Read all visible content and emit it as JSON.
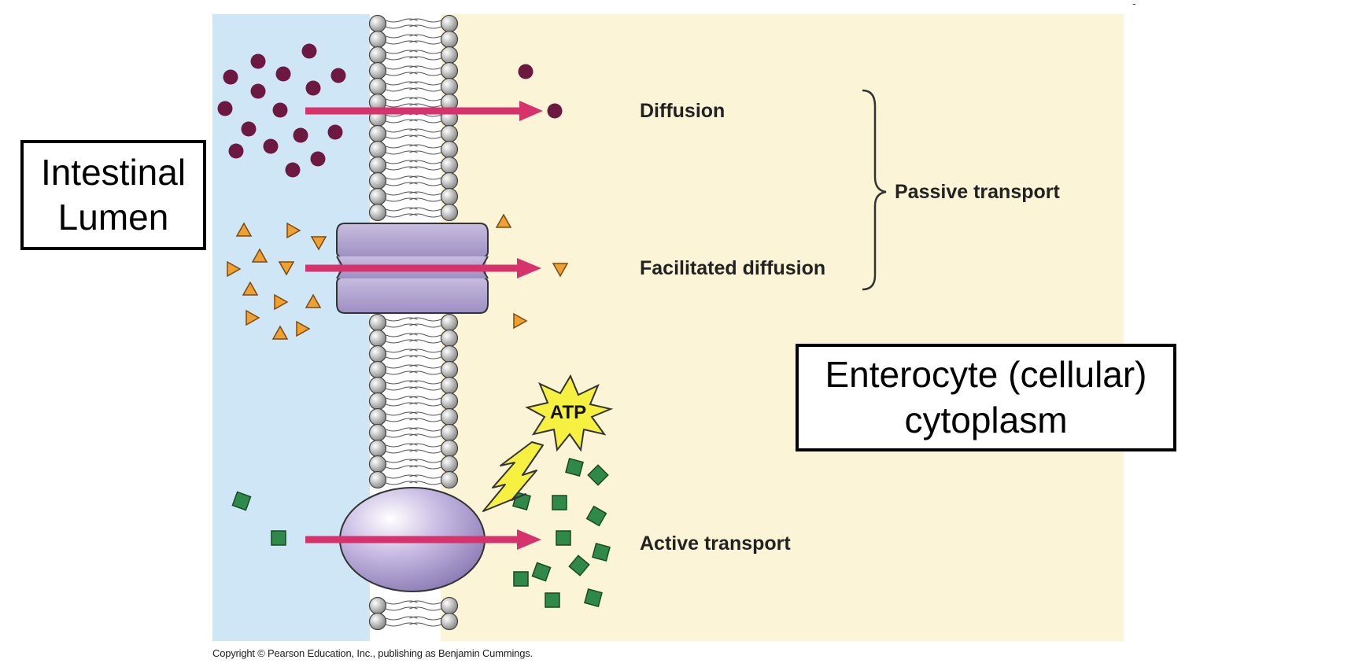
{
  "labels": {
    "diffusion": "Diffusion",
    "facilitated": "Facilitated diffusion",
    "active": "Active transport",
    "passive": "Passive transport",
    "atp": "ATP",
    "lumen_line1": "Intestinal",
    "lumen_line2": "Lumen",
    "entero_line1": "Enterocyte (cellular)",
    "entero_line2": "cytoplasm",
    "copyright": "Copyright © Pearson Education, Inc., publishing as Benjamin Cummings.",
    "stray_mark": "-"
  },
  "colors": {
    "lumen_bg": "#cfe6f6",
    "cytoplasm_bg": "#fbf4d6",
    "arrow": "#d6336c",
    "molecule": "#6d1840",
    "triangle": "#f0a030",
    "square": "#2f8a4a",
    "protein": "#b4a6cf",
    "atp_star": "#f6f040"
  },
  "icons": {
    "molecule": "dot-icon",
    "facilitated_solute": "triangle-icon",
    "active_solute": "square-icon",
    "energy": "lightning-bolt-icon"
  }
}
